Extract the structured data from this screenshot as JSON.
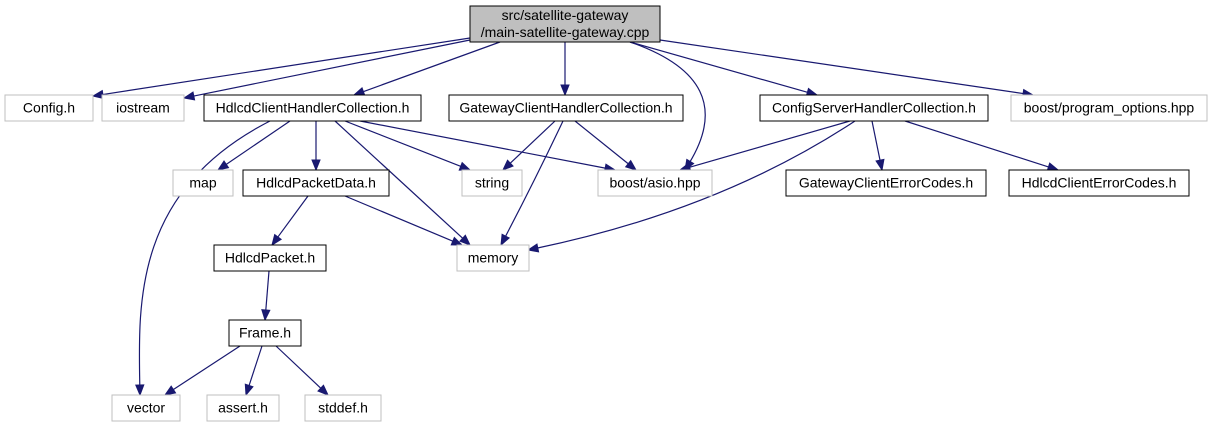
{
  "diagram": {
    "colors": {
      "edge": "#191970",
      "root_fill": "#bfbfbf",
      "node_border": "#000000",
      "external_border": "#bfbfbf",
      "node_fill": "#ffffff",
      "text": "#000000"
    },
    "nodes": {
      "root": {
        "lines": [
          "src/satellite-gateway",
          "/main-satellite-gateway.cpp"
        ],
        "kind": "root"
      },
      "config_h": {
        "lines": [
          "Config.h"
        ],
        "kind": "external"
      },
      "iostream": {
        "lines": [
          "iostream"
        ],
        "kind": "external"
      },
      "hdlcd_client_hc": {
        "lines": [
          "HdlcdClientHandlerCollection.h"
        ],
        "kind": "local"
      },
      "gateway_client_hc": {
        "lines": [
          "GatewayClientHandlerCollection.h"
        ],
        "kind": "local"
      },
      "config_server_hc": {
        "lines": [
          "ConfigServerHandlerCollection.h"
        ],
        "kind": "local"
      },
      "boost_program_options": {
        "lines": [
          "boost/program_options.hpp"
        ],
        "kind": "external"
      },
      "map": {
        "lines": [
          "map"
        ],
        "kind": "external"
      },
      "hdlcd_packet_data": {
        "lines": [
          "HdlcdPacketData.h"
        ],
        "kind": "local"
      },
      "string": {
        "lines": [
          "string"
        ],
        "kind": "external"
      },
      "boost_asio": {
        "lines": [
          "boost/asio.hpp"
        ],
        "kind": "external"
      },
      "gateway_client_error_codes": {
        "lines": [
          "GatewayClientErrorCodes.h"
        ],
        "kind": "local"
      },
      "hdlcd_client_error_codes": {
        "lines": [
          "HdlcdClientErrorCodes.h"
        ],
        "kind": "local"
      },
      "memory": {
        "lines": [
          "memory"
        ],
        "kind": "external"
      },
      "hdlcd_packet": {
        "lines": [
          "HdlcdPacket.h"
        ],
        "kind": "local"
      },
      "frame_h": {
        "lines": [
          "Frame.h"
        ],
        "kind": "local"
      },
      "vector": {
        "lines": [
          "vector"
        ],
        "kind": "external"
      },
      "assert_h": {
        "lines": [
          "assert.h"
        ],
        "kind": "external"
      },
      "stddef_h": {
        "lines": [
          "stddef.h"
        ],
        "kind": "external"
      }
    },
    "edges": [
      {
        "from": "root",
        "to": "config_h"
      },
      {
        "from": "root",
        "to": "iostream"
      },
      {
        "from": "root",
        "to": "hdlcd_client_hc"
      },
      {
        "from": "root",
        "to": "gateway_client_hc"
      },
      {
        "from": "root",
        "to": "boost_asio"
      },
      {
        "from": "root",
        "to": "config_server_hc"
      },
      {
        "from": "root",
        "to": "boost_program_options"
      },
      {
        "from": "hdlcd_client_hc",
        "to": "vector"
      },
      {
        "from": "hdlcd_client_hc",
        "to": "map"
      },
      {
        "from": "hdlcd_client_hc",
        "to": "hdlcd_packet_data"
      },
      {
        "from": "hdlcd_client_hc",
        "to": "string"
      },
      {
        "from": "hdlcd_client_hc",
        "to": "boost_asio"
      },
      {
        "from": "hdlcd_client_hc",
        "to": "memory"
      },
      {
        "from": "gateway_client_hc",
        "to": "string"
      },
      {
        "from": "gateway_client_hc",
        "to": "boost_asio"
      },
      {
        "from": "gateway_client_hc",
        "to": "memory"
      },
      {
        "from": "config_server_hc",
        "to": "boost_asio"
      },
      {
        "from": "config_server_hc",
        "to": "memory"
      },
      {
        "from": "config_server_hc",
        "to": "gateway_client_error_codes"
      },
      {
        "from": "config_server_hc",
        "to": "hdlcd_client_error_codes"
      },
      {
        "from": "hdlcd_packet_data",
        "to": "hdlcd_packet"
      },
      {
        "from": "hdlcd_packet_data",
        "to": "memory"
      },
      {
        "from": "hdlcd_packet",
        "to": "frame_h"
      },
      {
        "from": "frame_h",
        "to": "vector"
      },
      {
        "from": "frame_h",
        "to": "assert_h"
      },
      {
        "from": "frame_h",
        "to": "stddef_h"
      }
    ]
  }
}
